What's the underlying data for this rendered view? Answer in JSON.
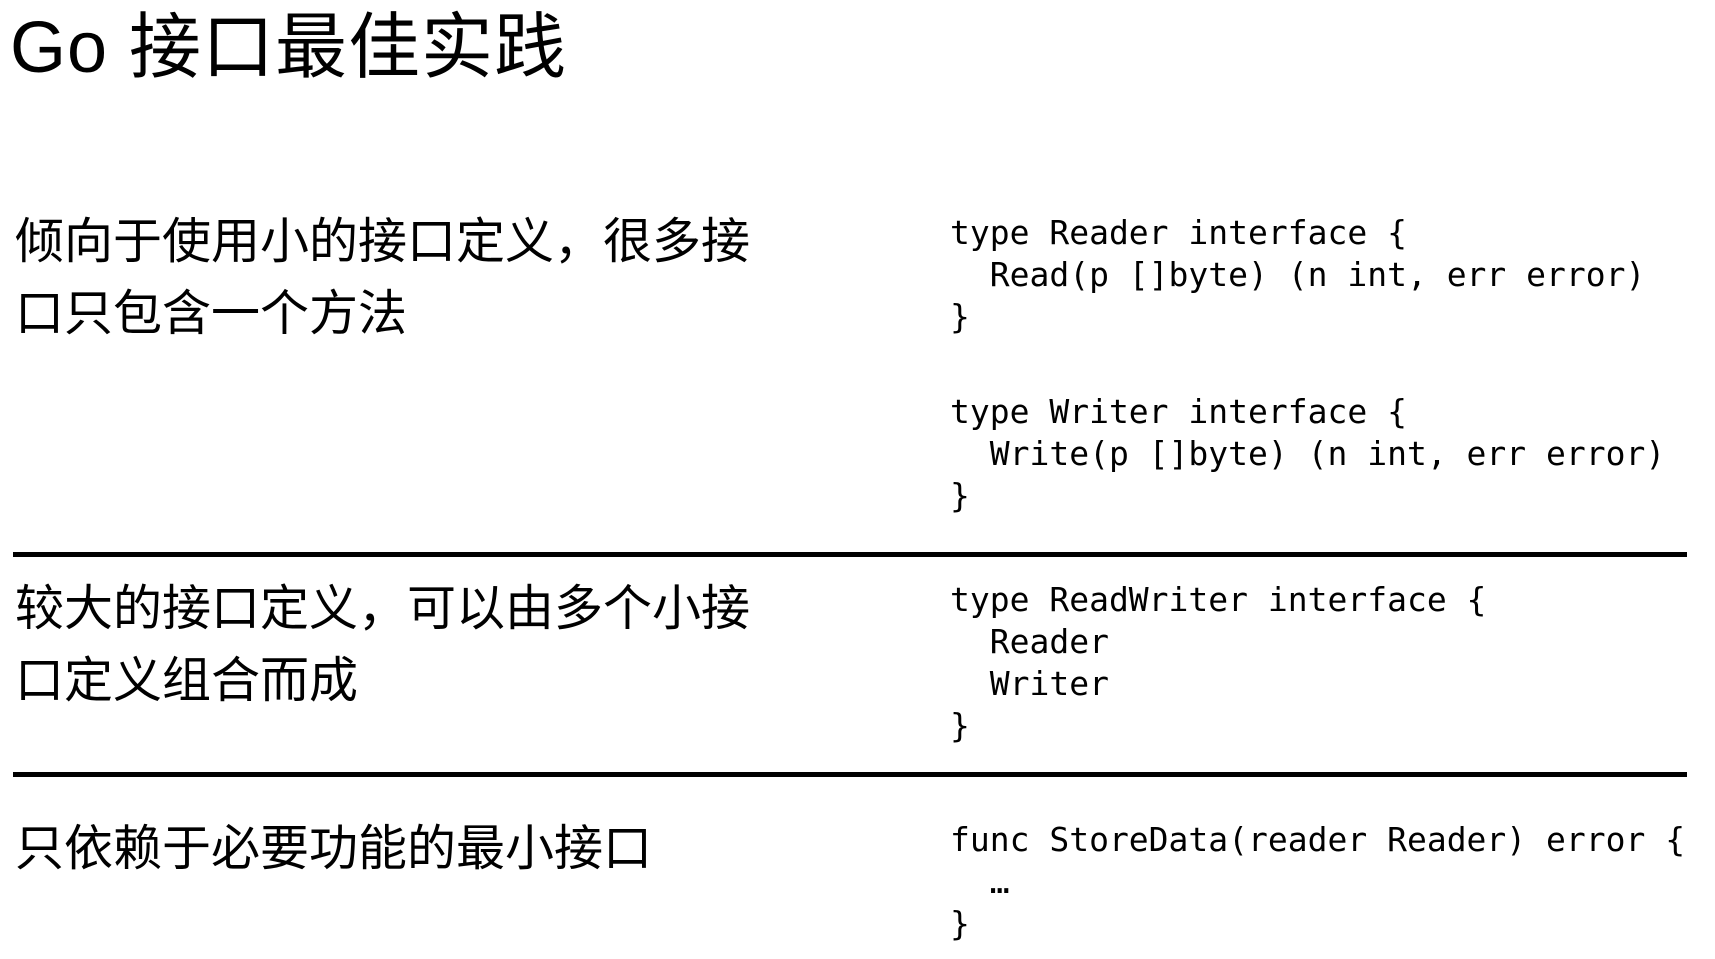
{
  "title": "Go 接口最佳实践",
  "colors": {
    "background": "#ffffff",
    "text": "#000000",
    "divider": "#000000"
  },
  "rows": [
    {
      "description": "倾向于使用小的接口定义，很多接\n口只包含一个方法",
      "code_blocks": [
        "type Reader interface {\n  Read(p []byte) (n int, err error)\n}",
        "type Writer interface {\n  Write(p []byte) (n int, err error)\n}"
      ]
    },
    {
      "description": "较大的接口定义，可以由多个小接\n口定义组合而成",
      "code_blocks": [
        "type ReadWriter interface {\n  Reader\n  Writer\n}"
      ]
    },
    {
      "description": "只依赖于必要功能的最小接口",
      "code_blocks": [
        "func StoreData(reader Reader) error {\n  …\n}"
      ]
    }
  ]
}
